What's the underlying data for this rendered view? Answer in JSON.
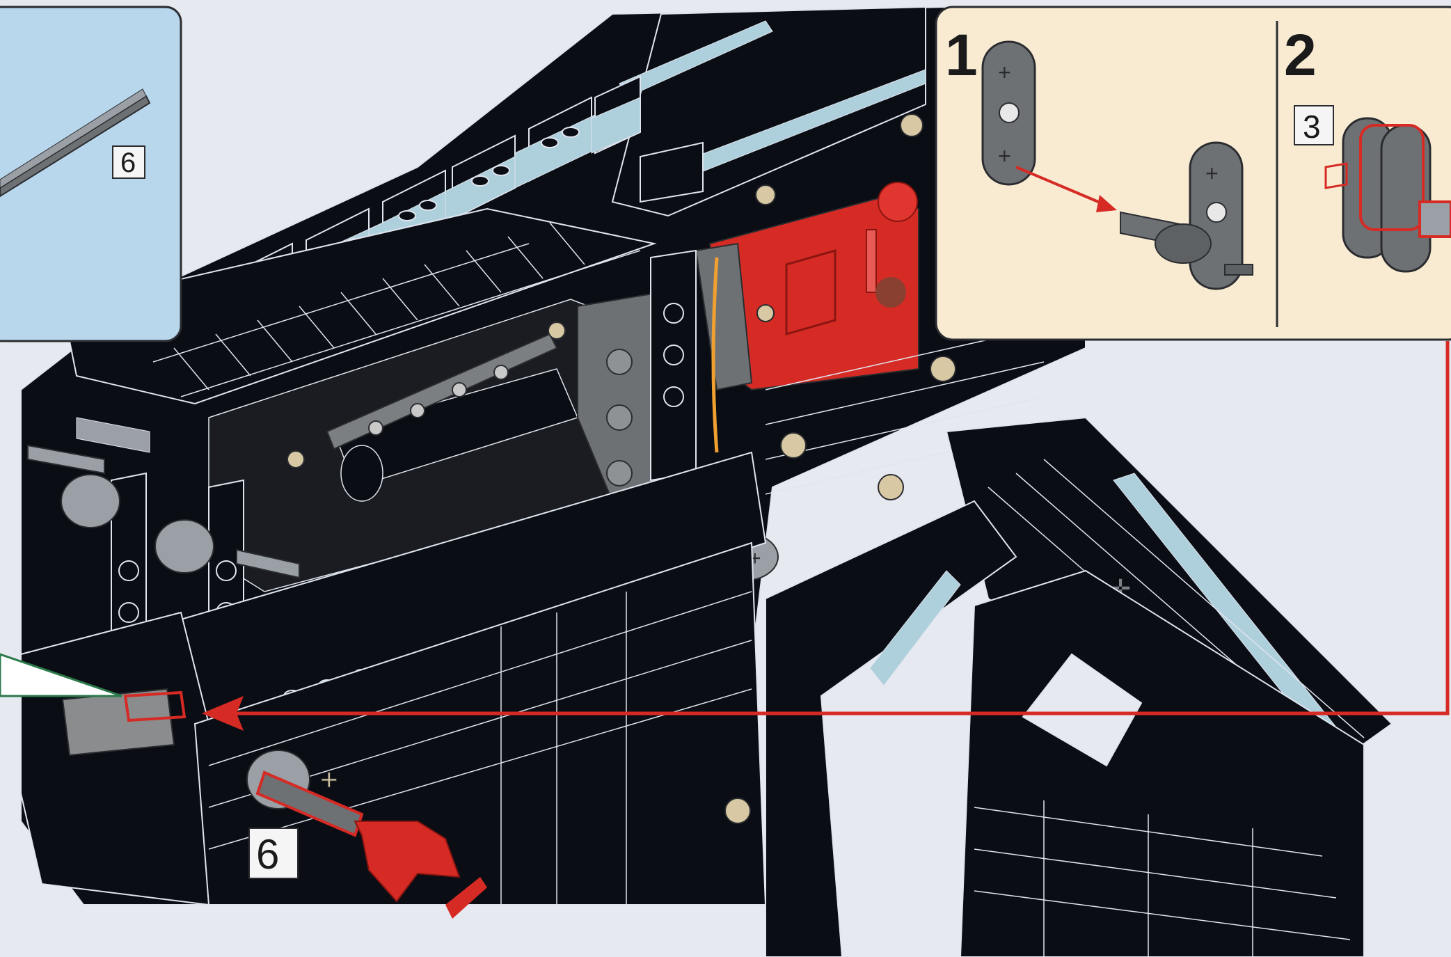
{
  "parts_callout": {
    "part_count_label": "6"
  },
  "substeps_callout": {
    "step_1_label": "1",
    "step_2_label": "2",
    "part_count_label": "3"
  },
  "main_step": {
    "part_count_label": "6"
  },
  "colors": {
    "brick_black": "#0b0d14",
    "edge_line": "#dfe5ee",
    "accent_red": "#d62a24",
    "panel_blue": "#b8d6ec",
    "panel_cream": "#f8ebd2",
    "trans_light_blue": "#aecfdc",
    "technic_gray": "#8a8c8e",
    "tan": "#d8c9a4"
  }
}
